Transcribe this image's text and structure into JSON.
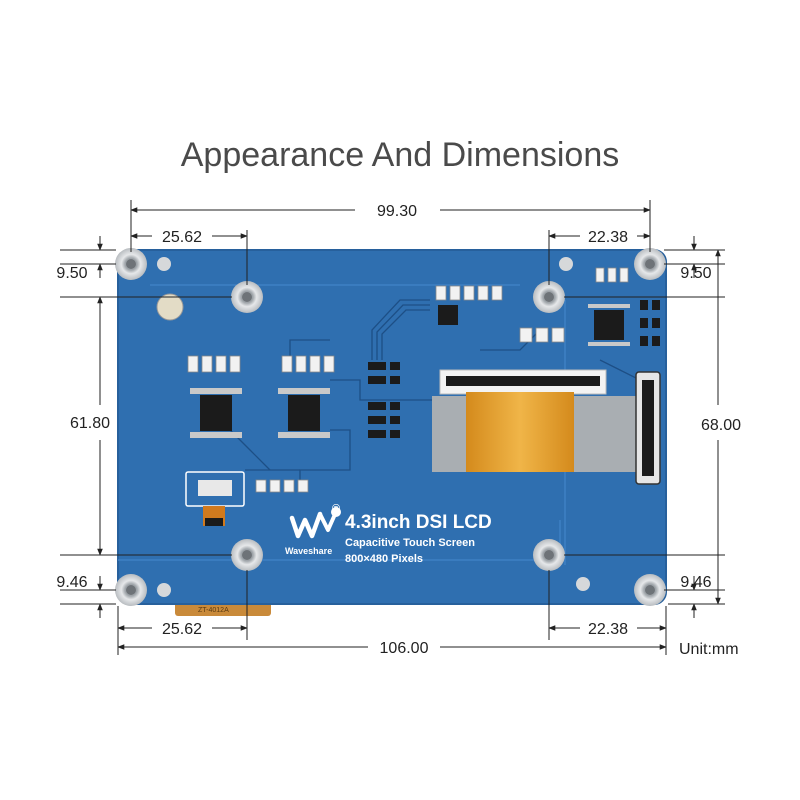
{
  "title": "Appearance And Dimensions",
  "board": {
    "product_name": "4.3inch DSI LCD",
    "subtitle": "Capacitive Touch Screen",
    "resolution": "800×480 Pixels",
    "brand": "Waveshare",
    "registered_mark": "®",
    "connector_label": "ZT-4012A",
    "colors": {
      "pcb": "#2f6fb0",
      "trace": "#1d4f86",
      "flex_cable": "#e2a02a",
      "metal": "#aab0b5"
    }
  },
  "dimensions": {
    "overall_width": "99.30",
    "hole_offset_left_top": "25.62",
    "hole_offset_right_top": "22.38",
    "top_edge_left": "9.50",
    "top_edge_right": "9.50",
    "hole_span_height": "61.80",
    "overall_height": "68.00",
    "bottom_edge_left": "9.46",
    "bottom_edge_right": "9.46",
    "hole_offset_left_bottom": "25.62",
    "hole_offset_right_bottom": "22.38",
    "total_width": "106.00",
    "unit": "Unit:mm"
  }
}
